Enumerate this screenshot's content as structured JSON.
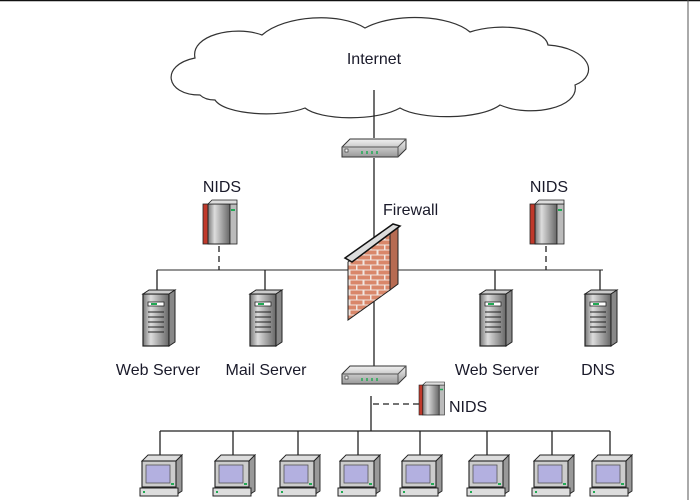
{
  "labels": {
    "internet": "Internet",
    "firewall": "Firewall",
    "nids_left": "NIDS",
    "nids_right": "NIDS",
    "nids_bottom": "NIDS",
    "servers": [
      "Web Server",
      "Mail Server",
      "Web Server",
      "DNS"
    ]
  },
  "colors": {
    "brick": "#d9876a",
    "mortar": "#f1e6e0",
    "screen": "#b3b0e0",
    "led": "#22aa55",
    "nids_accent": "#c0392b"
  },
  "workstation_count": 8
}
